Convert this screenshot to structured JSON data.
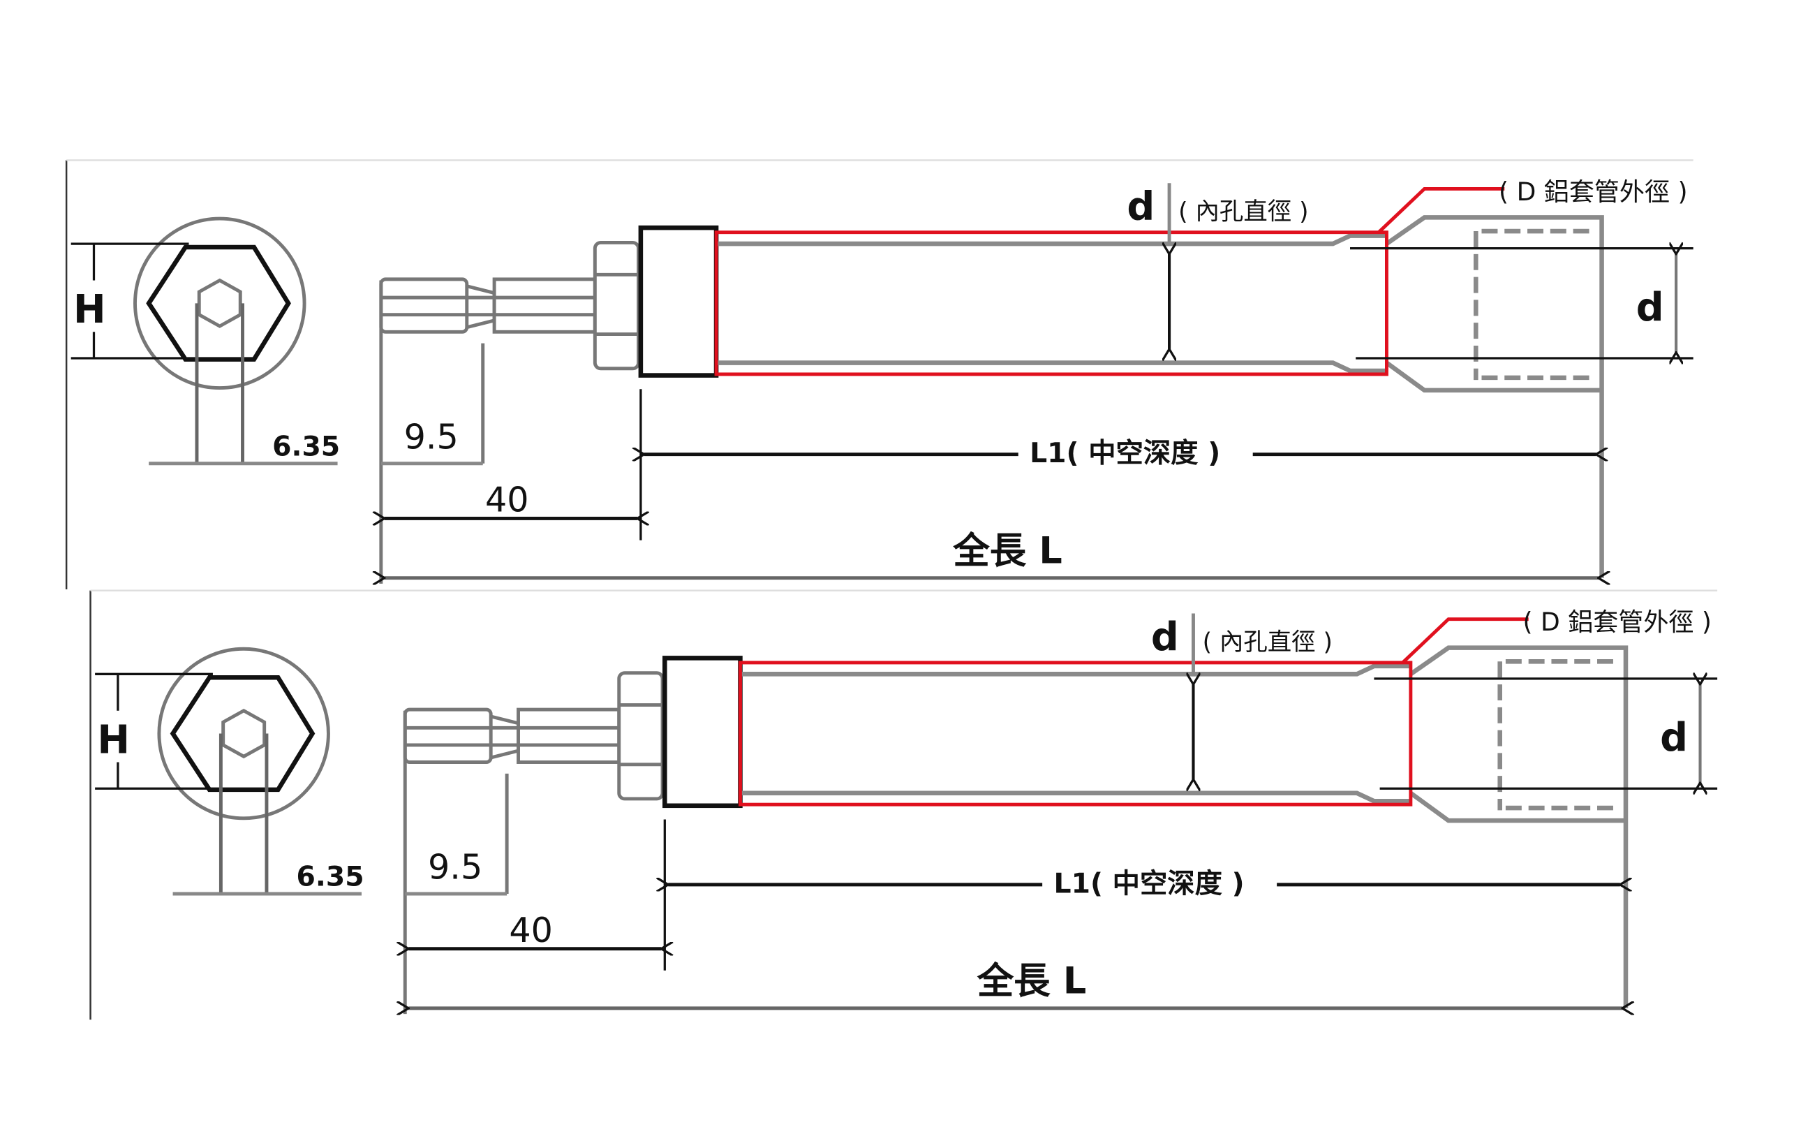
{
  "diagram": {
    "colors": {
      "outline": "#e0101e",
      "line": "#111111",
      "gray": "#7a7a7a"
    },
    "labels": {
      "hex_height": "H",
      "hex_shank": "6.35",
      "groove_pos": "9.5",
      "bit_length": "40",
      "hollow_depth": "L1( 中空深度 )",
      "total_length": "全長 L",
      "inner_d": "d",
      "inner_d_desc": "( 內孔直徑 )",
      "outer_label": "( D 鋁套管外徑 )",
      "end_d": "d"
    }
  }
}
